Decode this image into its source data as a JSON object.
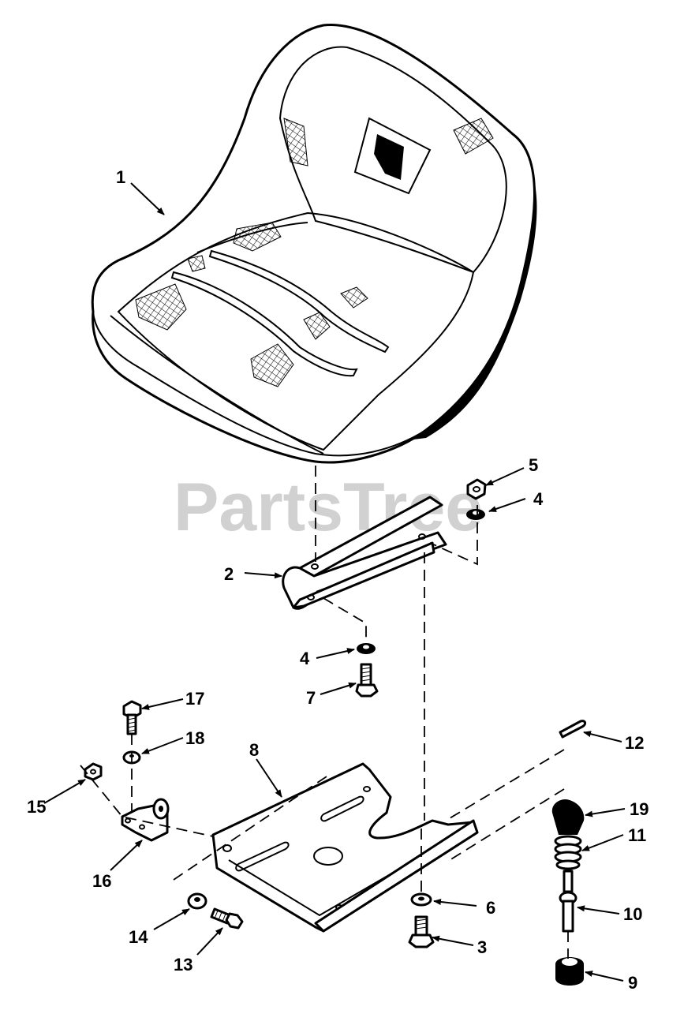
{
  "watermark": "PartsTree",
  "callouts": [
    {
      "id": "c1",
      "label": "1"
    },
    {
      "id": "c2",
      "label": "2"
    },
    {
      "id": "c3",
      "label": "3"
    },
    {
      "id": "c4a",
      "label": "4"
    },
    {
      "id": "c4b",
      "label": "4"
    },
    {
      "id": "c5",
      "label": "5"
    },
    {
      "id": "c6",
      "label": "6"
    },
    {
      "id": "c7",
      "label": "7"
    },
    {
      "id": "c8",
      "label": "8"
    },
    {
      "id": "c9",
      "label": "9"
    },
    {
      "id": "c10",
      "label": "10"
    },
    {
      "id": "c11",
      "label": "11"
    },
    {
      "id": "c12",
      "label": "12"
    },
    {
      "id": "c13",
      "label": "13"
    },
    {
      "id": "c14",
      "label": "14"
    },
    {
      "id": "c15",
      "label": "15"
    },
    {
      "id": "c16",
      "label": "16"
    },
    {
      "id": "c17",
      "label": "17"
    },
    {
      "id": "c18",
      "label": "18"
    },
    {
      "id": "c19",
      "label": "19"
    }
  ]
}
